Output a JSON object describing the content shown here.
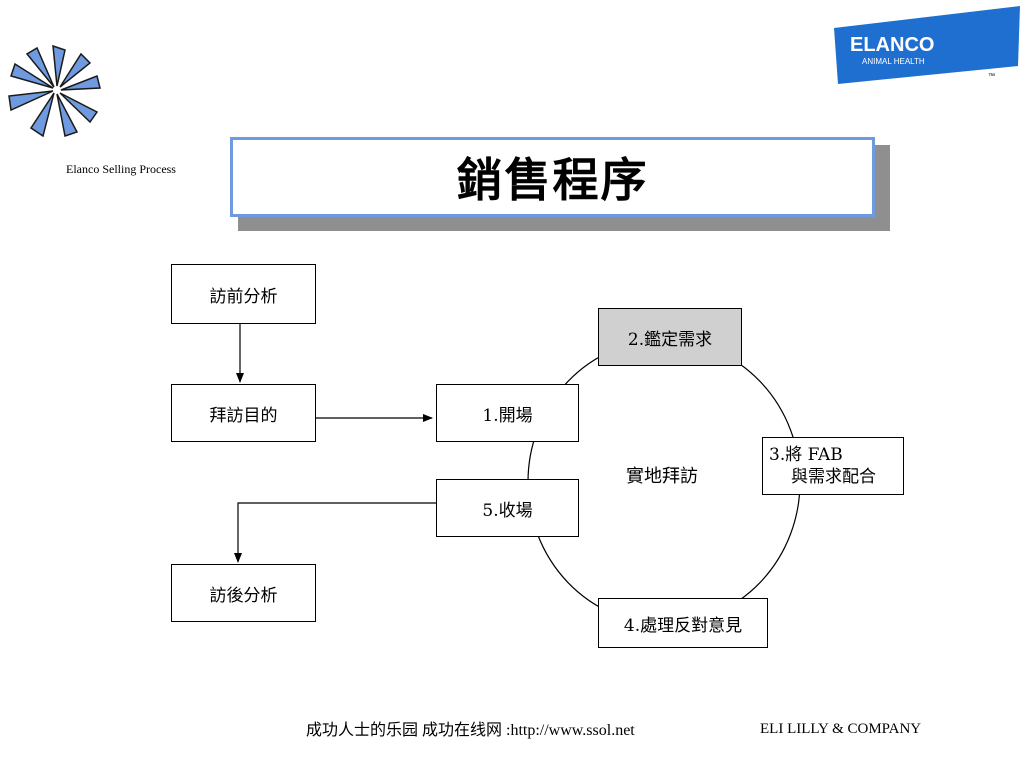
{
  "header": {
    "subtitle": "Elanco Selling Process",
    "title": "銷售程序",
    "brand": {
      "name": "ELANCO",
      "tagline": "ANIMAL HEALTH",
      "tm": "™",
      "color": "#1f6fd0"
    }
  },
  "diagram": {
    "pre_analysis": "訪前分析",
    "visit_purpose": "拜訪目的",
    "post_analysis": "訪後分析",
    "center_label": "實地拜訪",
    "steps": {
      "opening": "1.開場",
      "identify_needs": "2.鑑定需求",
      "fab_line1": "3.將 FAB",
      "fab_line2": "與需求配合",
      "objections": "4.處理反對意見",
      "closing": "5.收場"
    }
  },
  "footer": {
    "site": "成功人士的乐园 成功在线网 :http://www.ssol.net",
    "company": "ELI LILLY & COMPANY"
  },
  "colors": {
    "title_border": "#6f9ae0",
    "logo_blue": "#6f9ae0",
    "highlight_box": "#d0d0d0"
  }
}
